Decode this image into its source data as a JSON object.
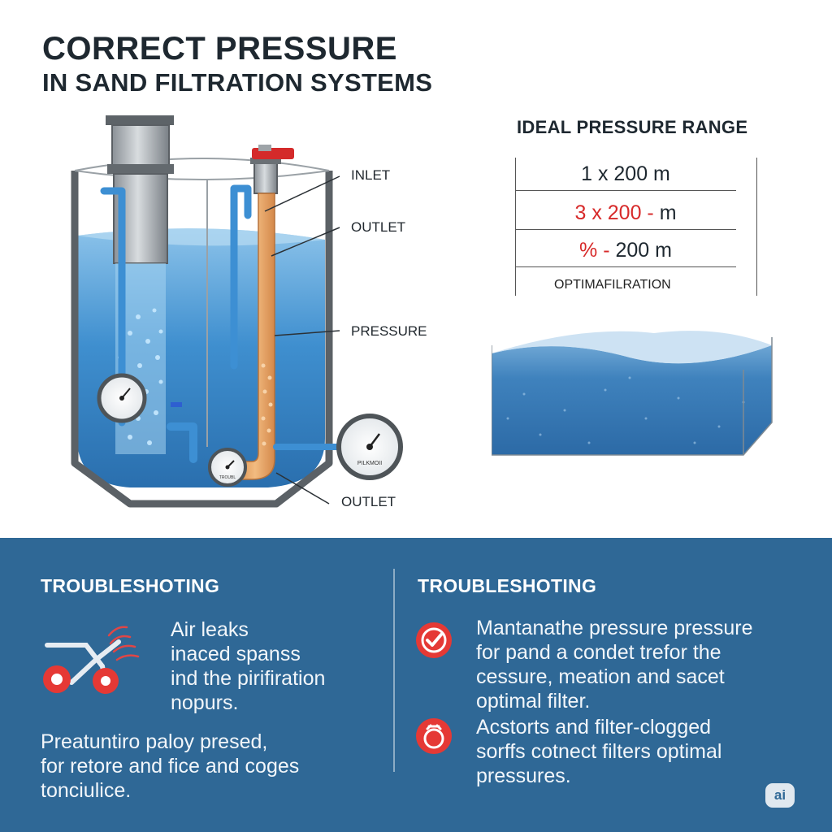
{
  "title": {
    "line1": "CORRECT PRESSURE",
    "line2": "IN SAND FILTRATION SYSTEMS"
  },
  "diagram": {
    "labels": {
      "inlet": "INLET",
      "outlet_top": "OUTLET",
      "pressure": "PRESSURE",
      "outlet_bottom": "OUTLET"
    },
    "gauge_text": {
      "large": "PILKMOII",
      "small": "TROUBL"
    },
    "icons": [
      "pressure-gauge-icon",
      "valve-handle-icon",
      "pipe-icon"
    ],
    "colors": {
      "water": "#2f7fc0",
      "pipe_blue": "#3d8fd3",
      "column_orange": "#e6a466",
      "tank_frame": "#5f6469",
      "valve_red": "#d42a2a"
    }
  },
  "pressure_range": {
    "title": "IDEAL PRESSURE RANGE",
    "rows": [
      {
        "text": "1 x 200 m",
        "red_prefix": ""
      },
      {
        "text": " m",
        "red_prefix": "3 x 200 -"
      },
      {
        "text": "200 m",
        "red_prefix": "% - "
      }
    ],
    "note": "OPTIMAFILRATION"
  },
  "troubleshooting_left": {
    "heading": "TROUBLESHOTING",
    "item_text": "Air leaks\ninaced spanss\nind the pirifiration\nnopurs.",
    "footer_text": "Preatuntiro paloy presed,\nfor retore and fice and coges\ntonciulice.",
    "icon": "broken-pipe-leak-icon"
  },
  "troubleshooting_right": {
    "heading": "TROUBLESHOTING",
    "items": [
      {
        "icon": "check-circle-icon",
        "text": "Mantanathe pressure pressure\nfor pand a condet trefor the\ncessure, meation and sacet\noptimal filter."
      },
      {
        "icon": "filter-clog-icon",
        "text": "Acstorts and filter-clogged\nsorffs cotnect filters optimal\npressures."
      }
    ]
  },
  "watermark": "ai",
  "colors": {
    "panel_bg": "#2f6896",
    "accent_red": "#e53935"
  }
}
